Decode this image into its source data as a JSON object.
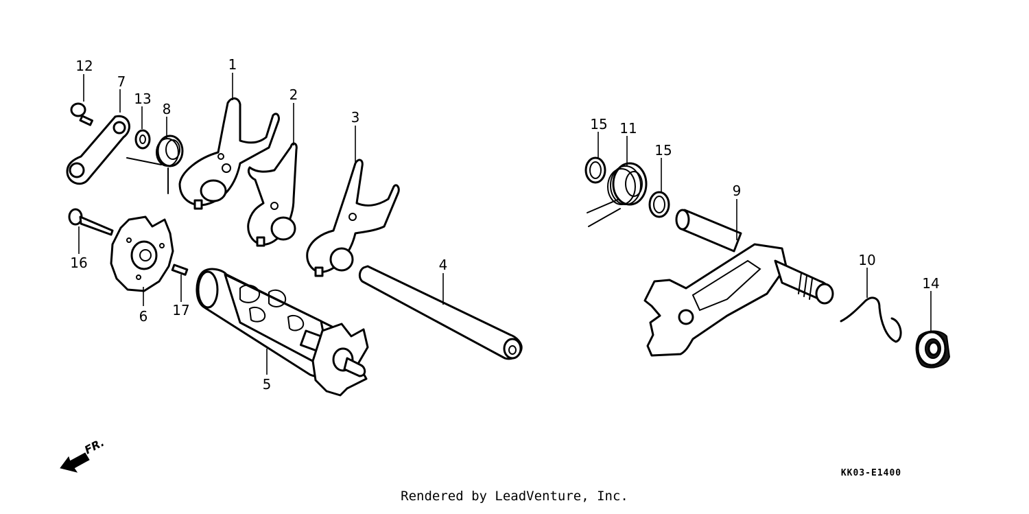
{
  "diagram": {
    "callouts": [
      "1",
      "2",
      "3",
      "4",
      "5",
      "6",
      "7",
      "8",
      "9",
      "10",
      "11",
      "12",
      "13",
      "14",
      "15",
      "15",
      "16",
      "17"
    ],
    "front_marker": "FR.",
    "code": "KK03-E1400"
  },
  "credit": "Rendered by LeadVenture, Inc."
}
